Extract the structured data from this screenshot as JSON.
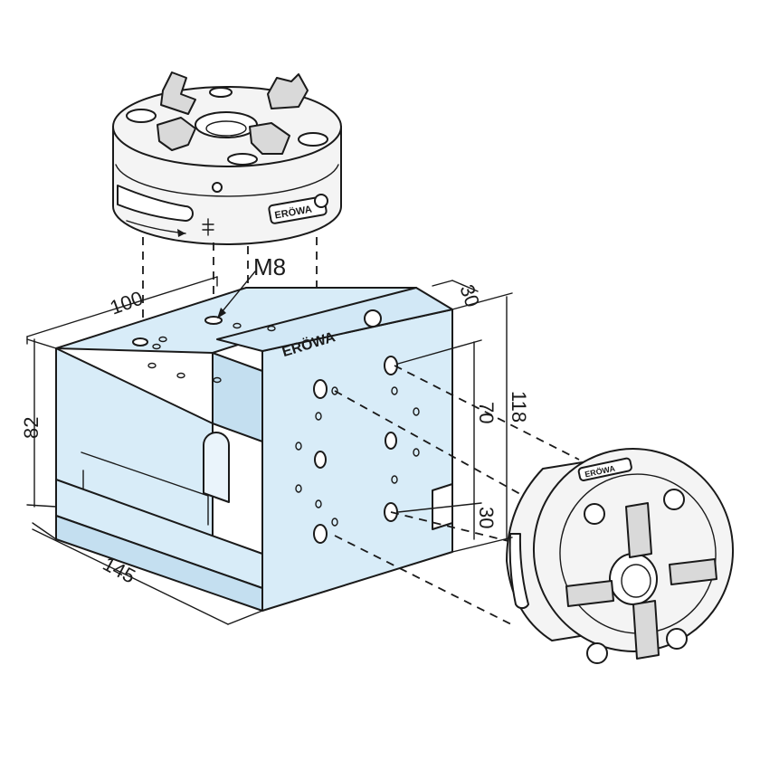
{
  "annotations": {
    "thread_label": "M8",
    "dim_top_depth": "30",
    "dim_top_width": "100",
    "dim_height_left": "82",
    "dim_length": "145",
    "dim_total_height": "118",
    "dim_hole_spacing": "70",
    "dim_bottom_offset": "30"
  },
  "branding": {
    "logo_text": "ERÖWA"
  },
  "colors": {
    "block_fill": "#d8ecf8",
    "outline": "#1a1a1a",
    "chuck_fill": "#f4f4f4"
  }
}
